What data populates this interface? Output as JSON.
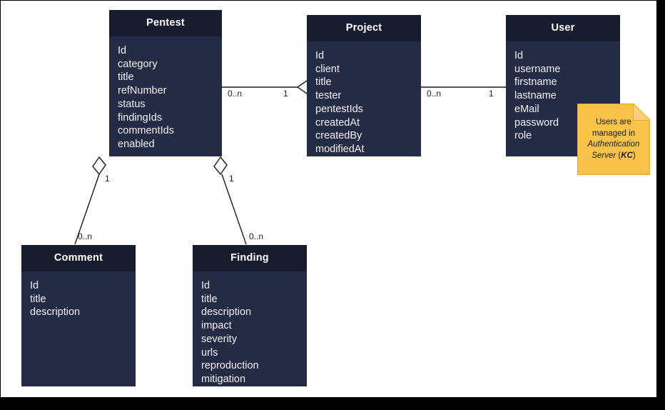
{
  "diagram": {
    "type": "uml-class-diagram",
    "background": "#ffffff",
    "frame_color": "#000000",
    "class_header_color": "#171d2f",
    "class_body_color": "#232b45",
    "class_text_color": "#ffffff",
    "edge_color": "#1a1a1a",
    "note_color": "#fbc34a"
  },
  "classes": [
    {
      "id": "pentest",
      "name": "Pentest",
      "attributes": [
        "Id",
        "category",
        "title",
        "refNumber",
        "status",
        "findingIds",
        "commentIds",
        "enabled"
      ]
    },
    {
      "id": "project",
      "name": "Project",
      "attributes": [
        "Id",
        "client",
        "title",
        "tester",
        "pentestIds",
        "createdAt",
        "createdBy",
        "modifiedAt"
      ]
    },
    {
      "id": "user",
      "name": "User",
      "attributes": [
        "Id",
        "username",
        "firstname",
        "lastname",
        "eMail",
        "password",
        "role"
      ]
    },
    {
      "id": "comment",
      "name": "Comment",
      "attributes": [
        "Id",
        "title",
        "description"
      ]
    },
    {
      "id": "finding",
      "name": "Finding",
      "attributes": [
        "Id",
        "title",
        "description",
        "impact",
        "severity",
        "urls",
        "reproduction",
        "mitigation"
      ]
    }
  ],
  "relationships": [
    {
      "id": "pentest-project",
      "source": "pentest",
      "target": "project",
      "source_multiplicity": "0..n",
      "target_multiplicity": "1",
      "target_marker": "hollow-diamond"
    },
    {
      "id": "project-user",
      "source": "project",
      "target": "user",
      "source_multiplicity": "0..n",
      "target_multiplicity": "1",
      "target_marker": "none"
    },
    {
      "id": "pentest-comment",
      "source": "pentest",
      "target": "comment",
      "source_multiplicity": "1",
      "target_multiplicity": "0..n",
      "source_marker": "hollow-diamond"
    },
    {
      "id": "pentest-finding",
      "source": "pentest",
      "target": "finding",
      "source_multiplicity": "1",
      "target_multiplicity": "0..n",
      "source_marker": "hollow-diamond"
    }
  ],
  "note": {
    "line1": "Users are",
    "line2": "managed in",
    "line3_italic": "Authentication",
    "line4_italic": "Server",
    "line4_paren_open": " (",
    "line4_bold": "KC",
    "line4_paren_close": ")"
  }
}
